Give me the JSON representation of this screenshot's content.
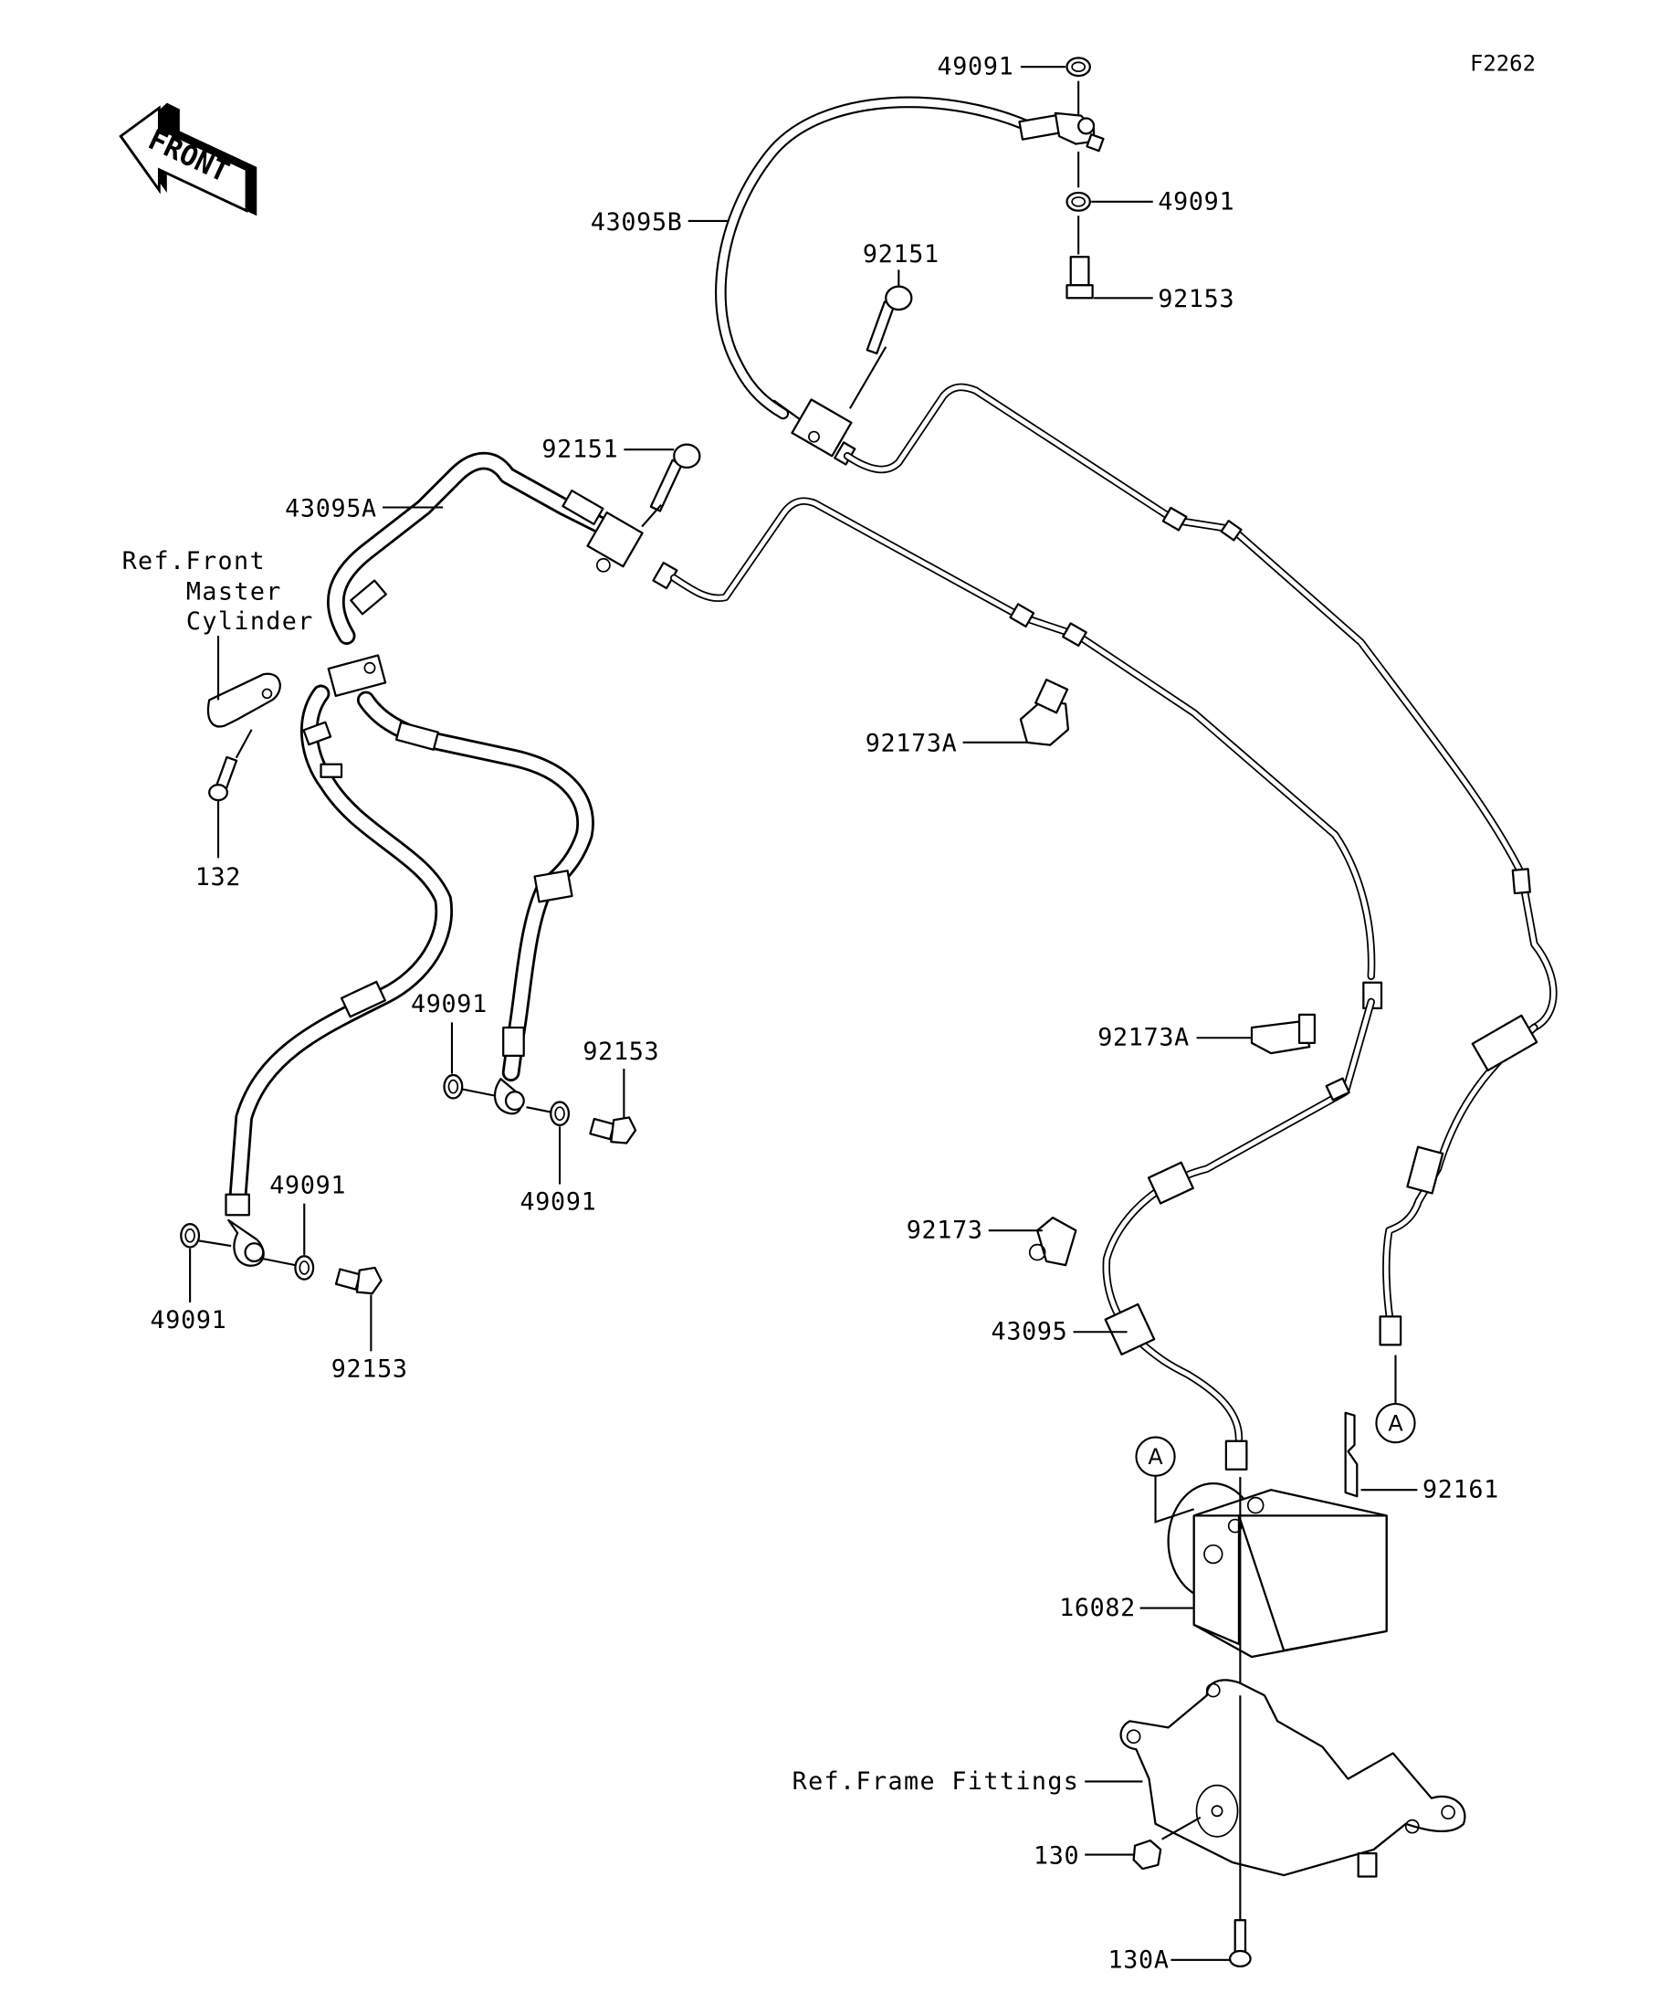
{
  "diagram": {
    "code": "F2262",
    "front_arrow": {
      "text": "FRONT",
      "icon": "front-direction-arrow-icon"
    },
    "references": {
      "master_cylinder": [
        "Ref.Front",
        "Master",
        "Cylinder"
      ],
      "frame_fittings": "Ref.Frame Fittings"
    },
    "connection_marker": "A",
    "parts": [
      {
        "id": "p-49091-top",
        "number": "49091",
        "description": "washer"
      },
      {
        "id": "p-49091-top2",
        "number": "49091",
        "description": "washer"
      },
      {
        "id": "p-92153-top",
        "number": "92153",
        "description": "banjo bolt"
      },
      {
        "id": "p-43095B",
        "number": "43095B",
        "description": "brake hose"
      },
      {
        "id": "p-92151-top",
        "number": "92151",
        "description": "bolt"
      },
      {
        "id": "p-92151-mid",
        "number": "92151",
        "description": "bolt"
      },
      {
        "id": "p-43095A",
        "number": "43095A",
        "description": "brake hose"
      },
      {
        "id": "p-132",
        "number": "132",
        "description": "bolt"
      },
      {
        "id": "p-92173A-1",
        "number": "92173A",
        "description": "clamp"
      },
      {
        "id": "p-49091-mid",
        "number": "49091",
        "description": "washer"
      },
      {
        "id": "p-92153-mid",
        "number": "92153",
        "description": "banjo bolt"
      },
      {
        "id": "p-49091-mid2",
        "number": "49091",
        "description": "washer"
      },
      {
        "id": "p-49091-low",
        "number": "49091",
        "description": "washer"
      },
      {
        "id": "p-49091-low2",
        "number": "49091",
        "description": "washer"
      },
      {
        "id": "p-92153-low",
        "number": "92153",
        "description": "banjo bolt"
      },
      {
        "id": "p-92173A-2",
        "number": "92173A",
        "description": "clamp"
      },
      {
        "id": "p-92173",
        "number": "92173",
        "description": "clamp"
      },
      {
        "id": "p-43095",
        "number": "43095",
        "description": "brake pipe"
      },
      {
        "id": "p-92161",
        "number": "92161",
        "description": "bracket"
      },
      {
        "id": "p-16082",
        "number": "16082",
        "description": "ABS hydraulic unit"
      },
      {
        "id": "p-130",
        "number": "130",
        "description": "bolt"
      },
      {
        "id": "p-130A",
        "number": "130A",
        "description": "bolt"
      }
    ]
  }
}
